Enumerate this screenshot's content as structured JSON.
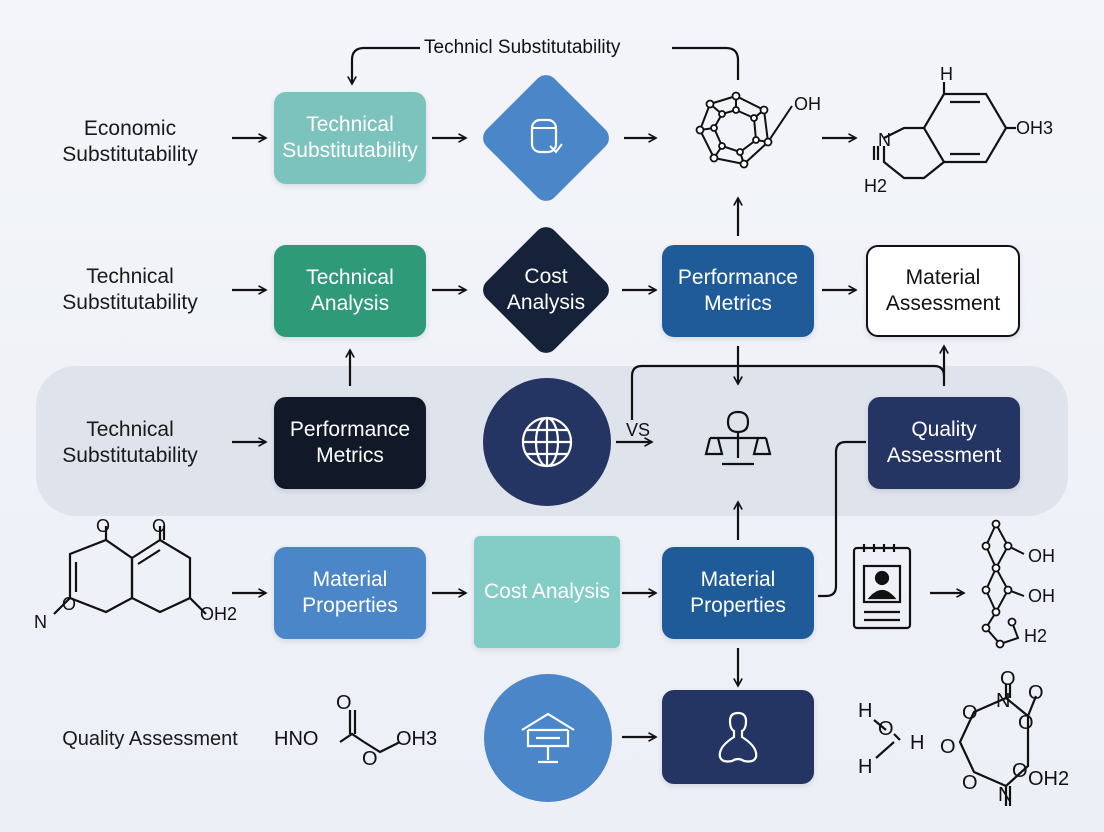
{
  "colors": {
    "teal_light": "#7cc3be",
    "green": "#2f9a78",
    "blue_mid": "#4a86c8",
    "blue_dark": "#1f4f8a",
    "navy": "#16213a",
    "navy_indigo": "#243463",
    "teal_soft": "#84cdc6"
  },
  "top_loop_label": "Technicl Substitutability",
  "rows": {
    "r1_label": "Economic Substitutability",
    "r2_label": "Technical Substitutability",
    "r3_label": "Technical Substitutability",
    "r5_label": "Quality Assessment"
  },
  "nodes": {
    "tech_subst": "Technical Substitutability",
    "tech_analysis": "Technical Analysis",
    "cost_analysis_diamond": "Cost Analysis",
    "perf_metrics_top": "Performance Metrics",
    "material_assessment": "Material Assessment",
    "perf_metrics_band": "Performance Metrics",
    "quality_assessment": "Quality Assessment",
    "material_props_left": "Material Properties",
    "cost_analysis_box": "Cost Analysis",
    "material_props_right": "Material Properties"
  },
  "vs_label": "VS",
  "chem": {
    "oh_top": "OH",
    "h_top": "H",
    "n_top": "N",
    "h2_top": "H2",
    "oh3_top": "OH3",
    "o_left_a": "O",
    "o_left_b": "O",
    "n_left": "N",
    "o_left_c": "O",
    "oh2_left": "OH2",
    "oh_r1": "OH",
    "oh_r2": "OH",
    "h2_r": "H2",
    "hno": "HNO",
    "o_c1": "O",
    "oh3_bottom": "OH3",
    "o_c2": "O",
    "h_w1": "H",
    "o_w": "O",
    "h_w2": "H",
    "h_w3": "H",
    "o_ring1": "O",
    "n_ring1": "N",
    "o_ring2": "O",
    "o_ring3": "O",
    "o_ring4": "O",
    "n_ring2": "N",
    "o_ring5": "O",
    "oh2_ring": "OH2",
    "o_ring_top": "O",
    "o_ring_top2": "O"
  },
  "icons": [
    "document-icon",
    "globe-icon",
    "balance-scale-icon",
    "id-card-icon",
    "house-icon",
    "flask-icon"
  ]
}
